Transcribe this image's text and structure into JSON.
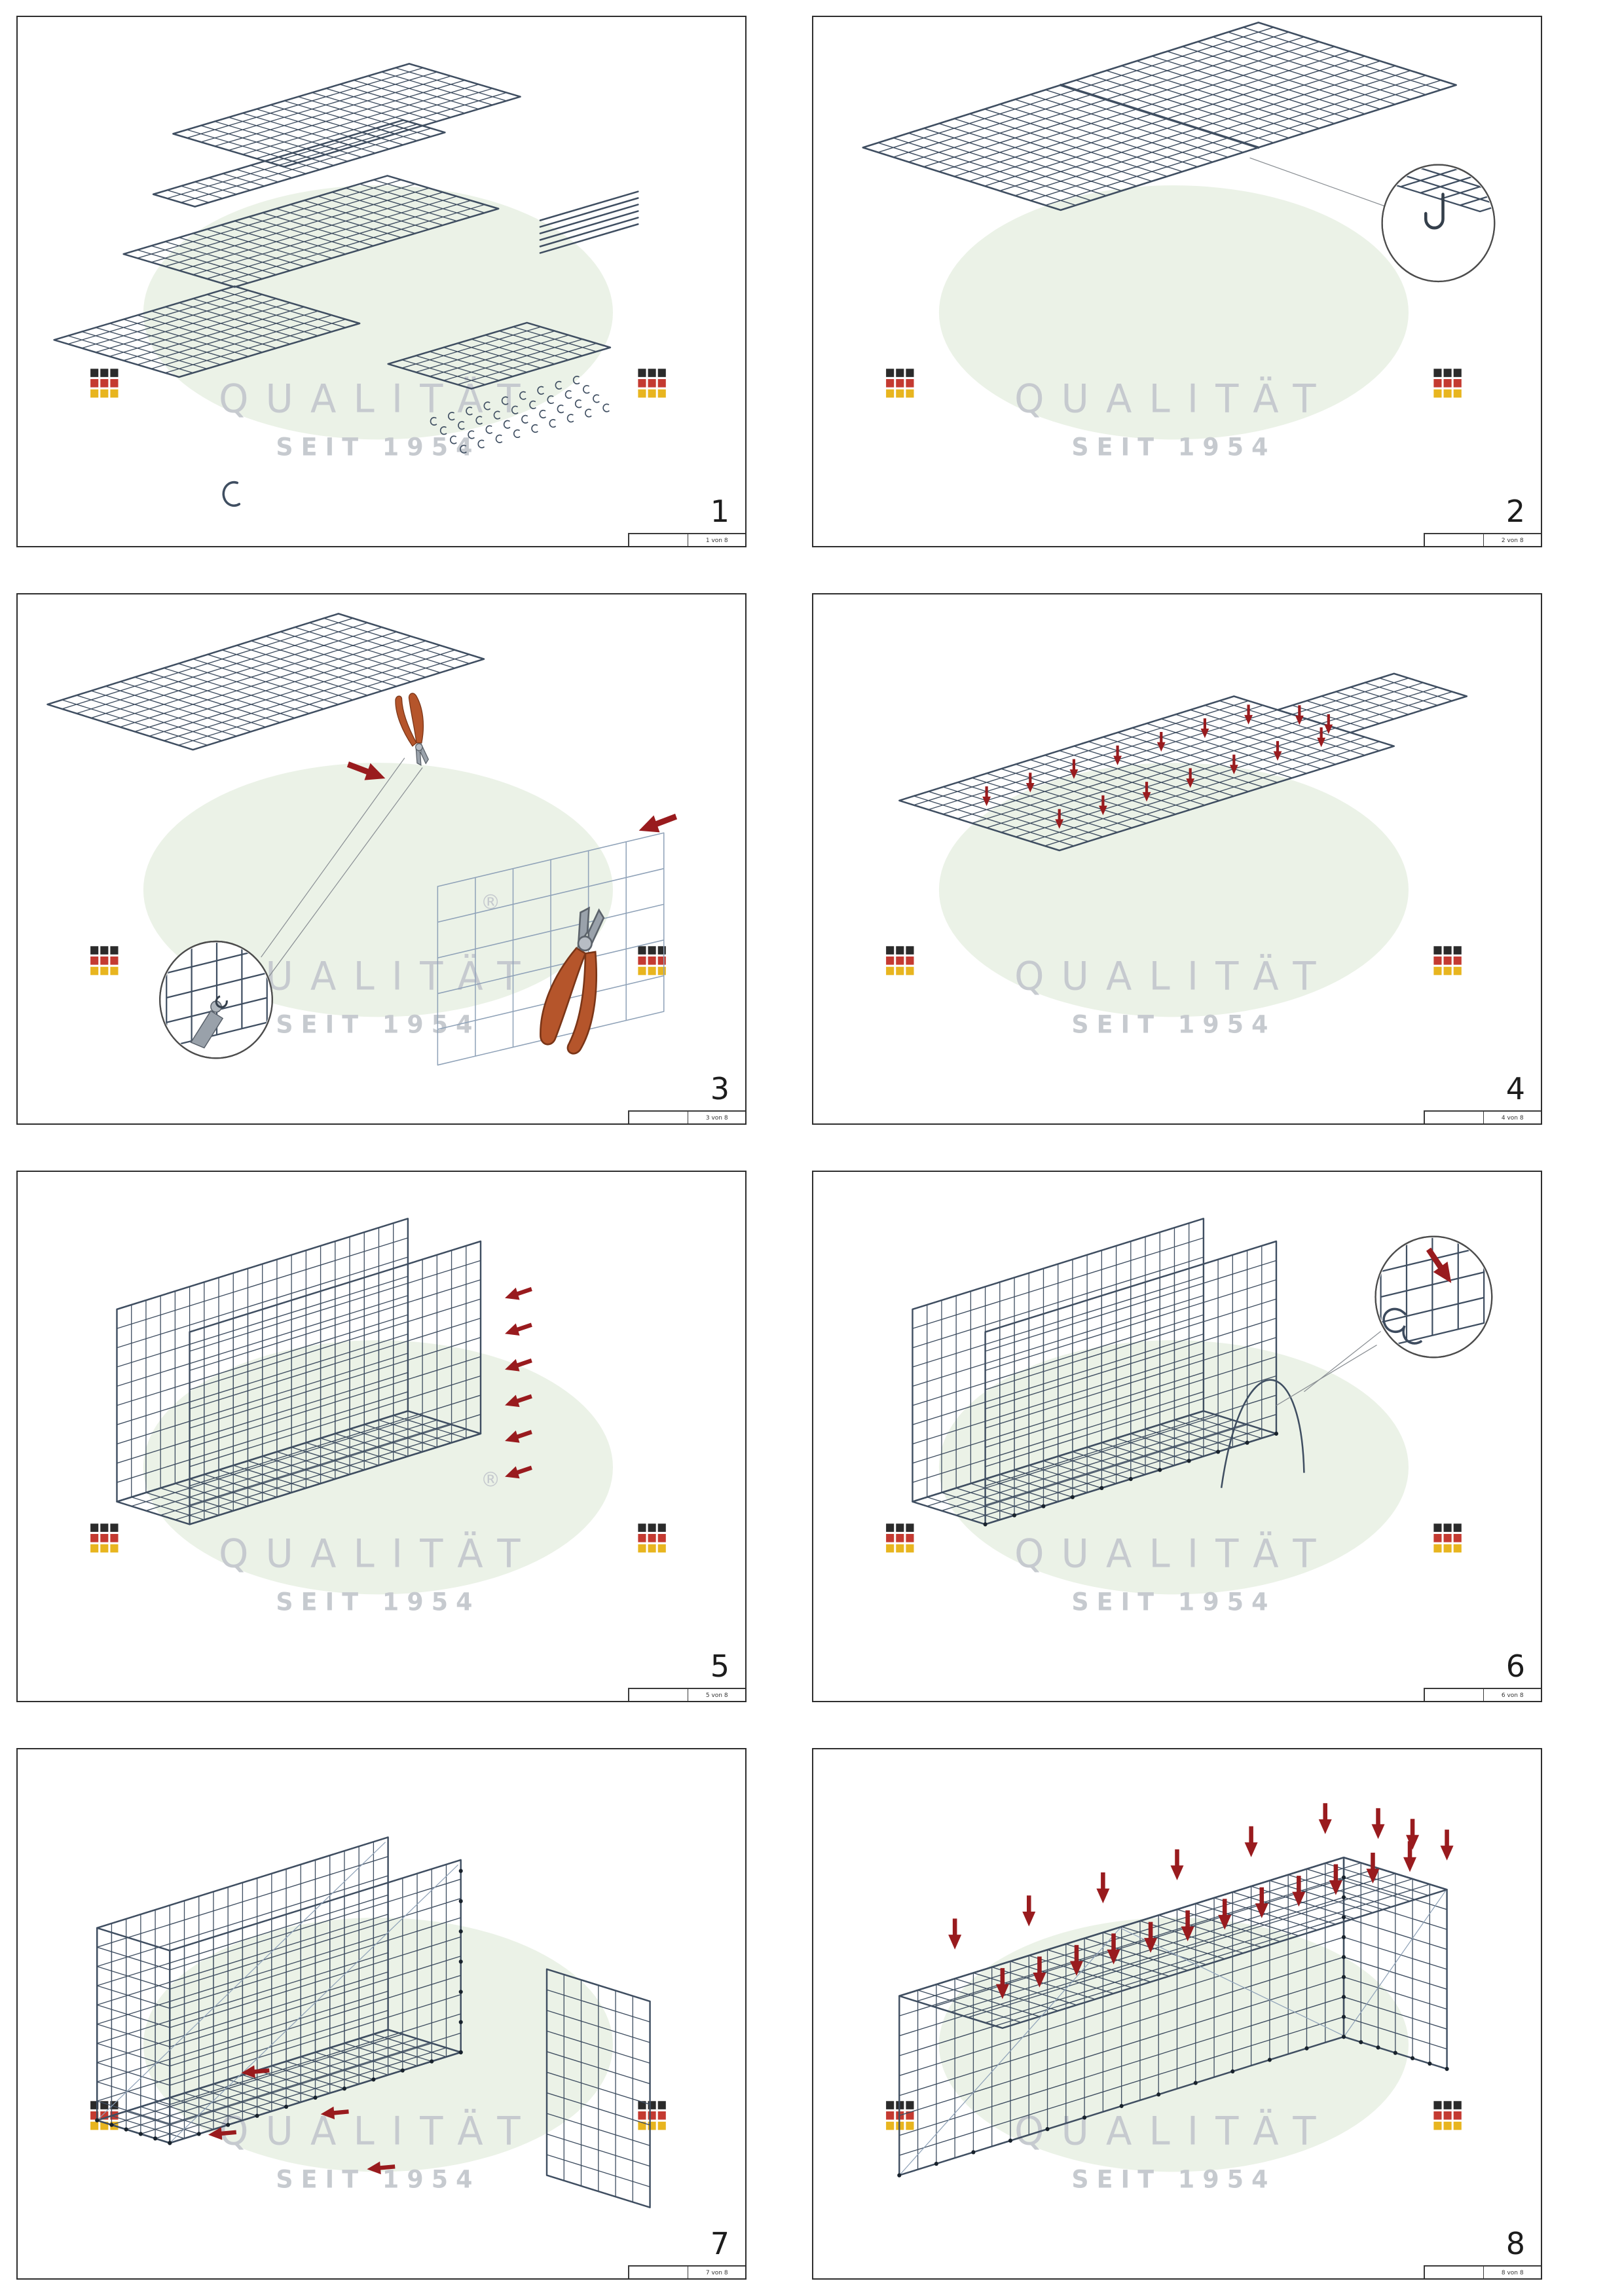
{
  "watermark": {
    "brand_line": "QUALITÄT",
    "subline": "SEIT 1954",
    "registered_mark": "®"
  },
  "colors": {
    "mesh": "#3f4e61",
    "mesh_light": "#8fa2b8",
    "arrow": "#991b1e",
    "ellipse": "#ebf2e7",
    "watermark_text": "#c6cacf",
    "flag_black": "#2b2b2b",
    "flag_red": "#c43a31",
    "flag_gold": "#e8b51f",
    "tool_handle": "#b5552b",
    "tool_handle_dark": "#7a3517",
    "tool_metal": "#9aa2ab"
  },
  "steps": [
    {
      "number": "1",
      "page": "1 von 8",
      "registered": false
    },
    {
      "number": "2",
      "page": "2 von 8",
      "registered": false
    },
    {
      "number": "3",
      "page": "3 von 8",
      "registered": true
    },
    {
      "number": "4",
      "page": "4 von 8",
      "registered": false
    },
    {
      "number": "5",
      "page": "5 von 8",
      "registered": true
    },
    {
      "number": "6",
      "page": "6 von 8",
      "registered": false
    },
    {
      "number": "7",
      "page": "7 von 8",
      "registered": false
    },
    {
      "number": "8",
      "page": "8 von 8",
      "registered": false
    }
  ]
}
